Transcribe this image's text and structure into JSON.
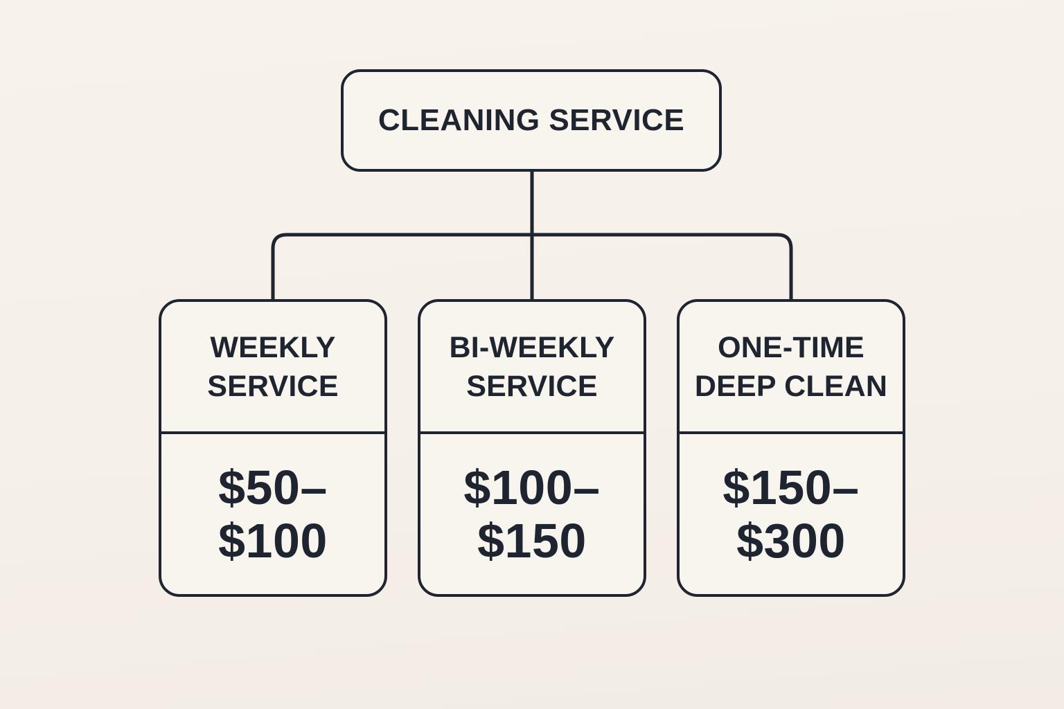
{
  "diagram": {
    "title": "CLEANING SERVICE",
    "root": {
      "label": "CLEANING SERVICE"
    },
    "children": [
      {
        "id": "weekly-service",
        "title_lines": [
          "WEEKLY",
          "SERVICE"
        ],
        "title_text": "WEEKLY SERVICE",
        "price_lines": [
          "$50–",
          "$100"
        ],
        "price_range": "$50–$100"
      },
      {
        "id": "bi-weekly-service",
        "title_lines": [
          "BI-WEEKLY",
          "SERVICE"
        ],
        "title_text": "BI-WEEKLY SERVICE",
        "price_lines": [
          "$100–",
          "$150"
        ],
        "price_range": "$100–$150"
      },
      {
        "id": "one-time-deep-clean",
        "title_lines": [
          "ONE-TIME",
          "DEEP CLEAN"
        ],
        "title_text": "ONE-TIME DEEP CLEAN",
        "price_lines": [
          "$150–",
          "$300"
        ],
        "price_range": "$150–$300"
      }
    ],
    "colors": {
      "background": "#f5f0e9",
      "node_fill": "#f8f4ee",
      "stroke": "#1e2430",
      "text": "#1e2430"
    }
  }
}
